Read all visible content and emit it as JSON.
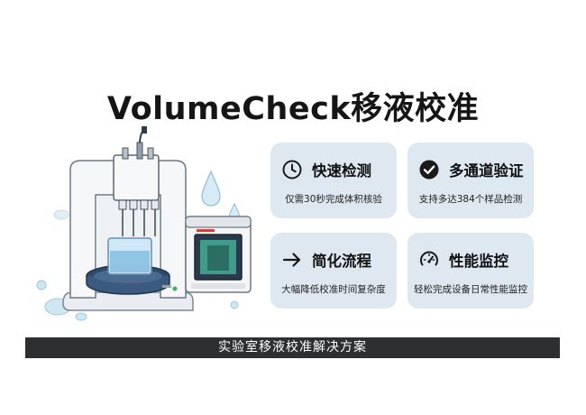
{
  "title": "VolumeCheck移液校准",
  "features": [
    {
      "icon": "clock-icon",
      "title": "快速检测",
      "desc": "仅需30秒完成体积核验"
    },
    {
      "icon": "check-circle-icon",
      "title": "多通道验证",
      "desc": "支持多达384个样品检测"
    },
    {
      "icon": "arrow-right-icon",
      "title": "简化流程",
      "desc": "大幅降低校准时间复杂度"
    },
    {
      "icon": "gauge-icon",
      "title": "性能监控",
      "desc": "轻松完成设备日常性能监控"
    }
  ],
  "banner": "实验室移液校准解决方案",
  "colors": {
    "card_bg": "#dde8f1",
    "banner_bg": "#2e2f31",
    "accent": "#2d5b86"
  }
}
